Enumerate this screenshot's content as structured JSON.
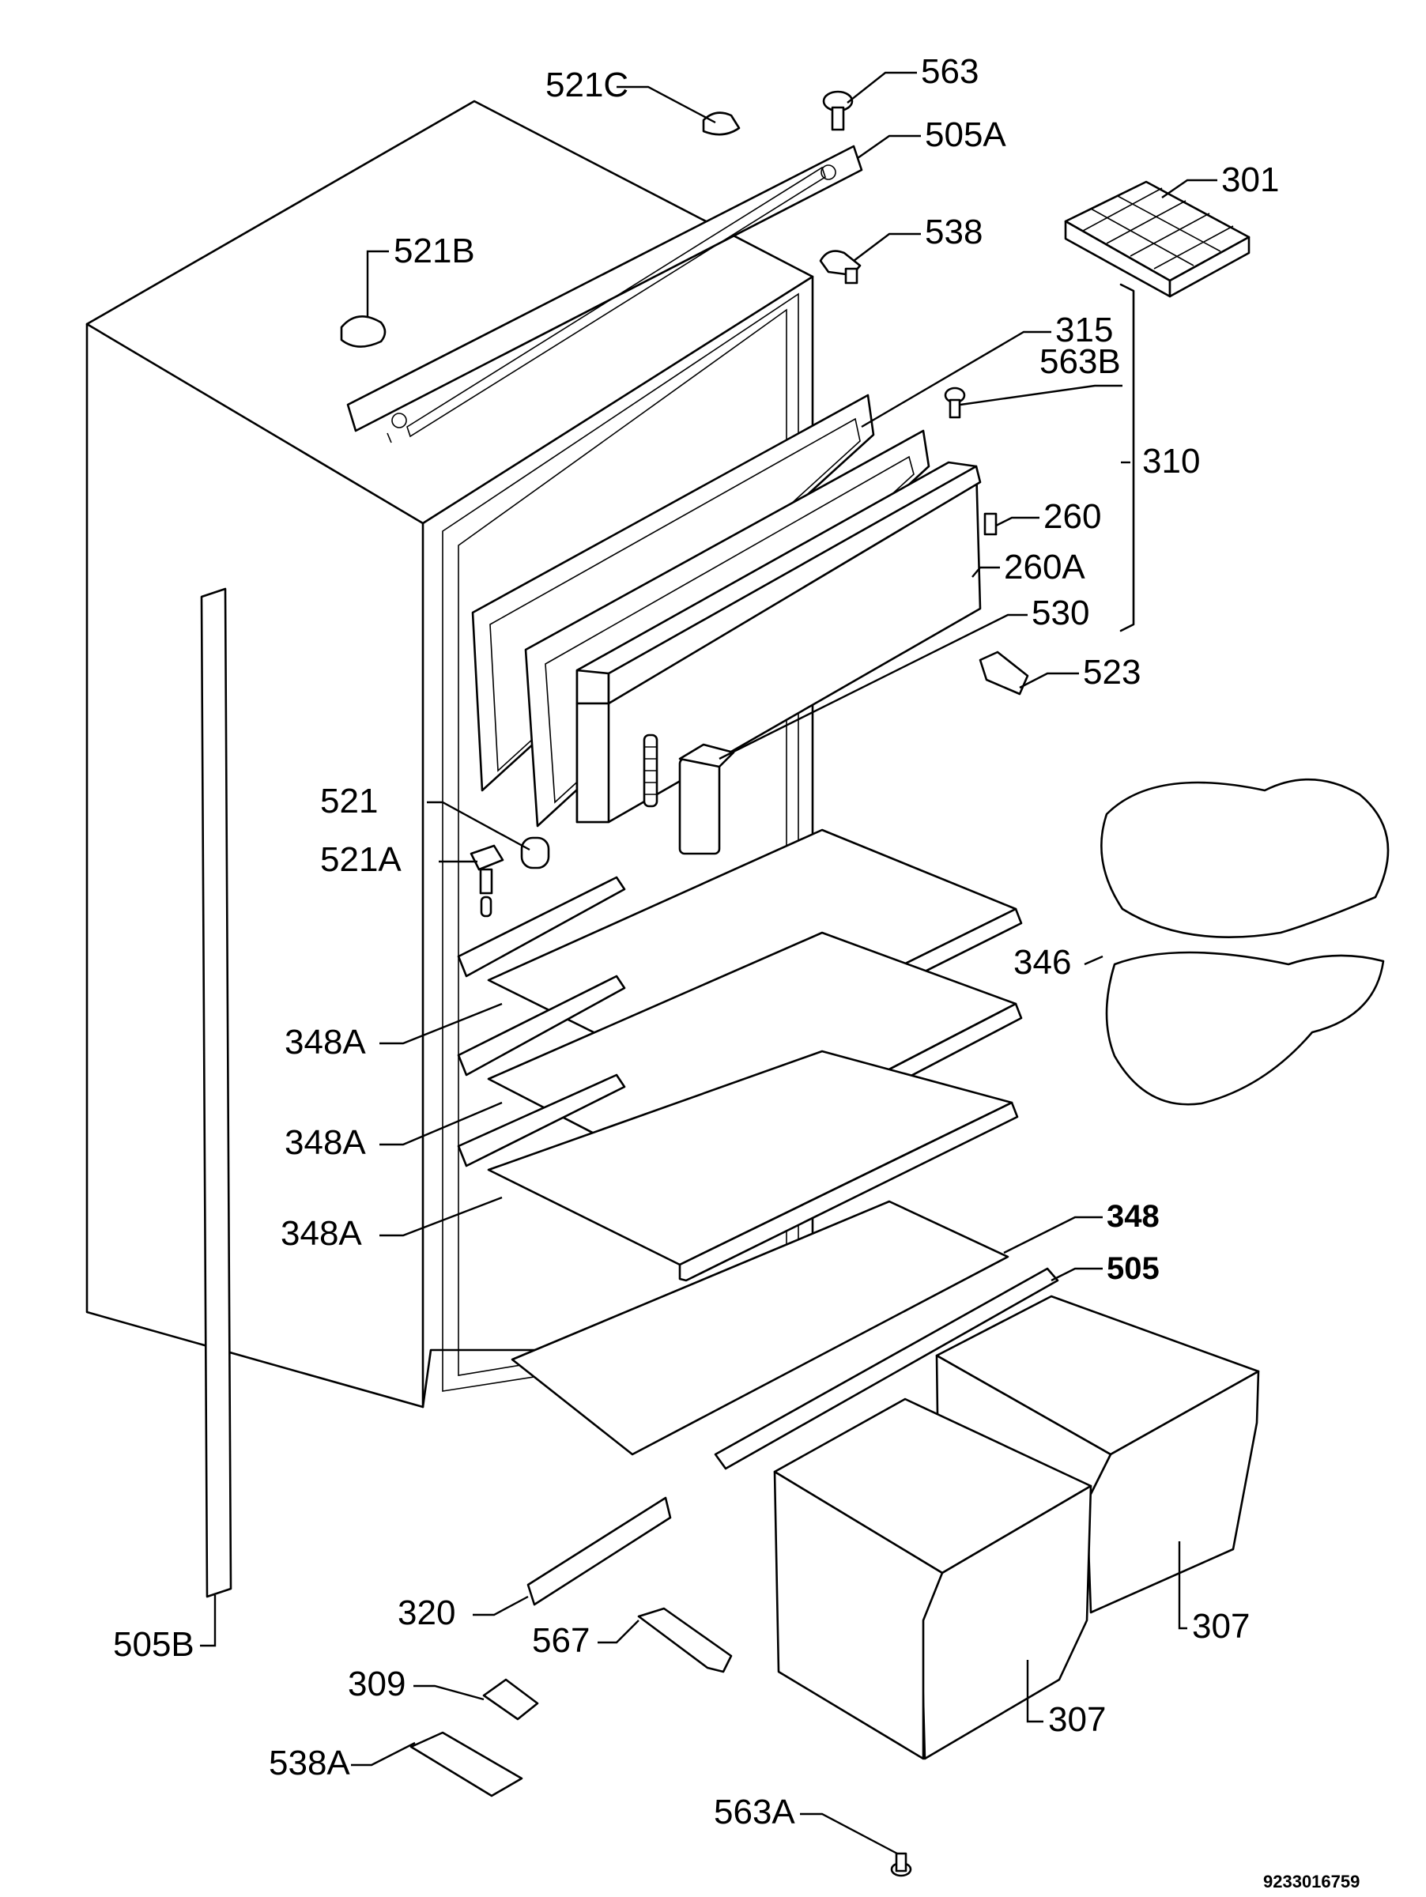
{
  "document_number": "9233016759",
  "labels": {
    "l521c": "521C",
    "l563": "563",
    "l505a": "505A",
    "l301": "301",
    "l521b": "521B",
    "l538": "538",
    "l315": "315",
    "l563b": "563B",
    "l310": "310",
    "l260": "260",
    "l260a": "260A",
    "l530": "530",
    "l523": "523",
    "l521": "521",
    "l521a": "521A",
    "l346": "346",
    "l348a_1": "348A",
    "l348a_2": "348A",
    "l348a_3": "348A",
    "l348": "348",
    "l505": "505",
    "l320": "320",
    "l567": "567",
    "l307_right": "307",
    "l307_left": "307",
    "l309": "309",
    "l505b": "505B",
    "l538a": "538A",
    "l563a": "563A"
  }
}
